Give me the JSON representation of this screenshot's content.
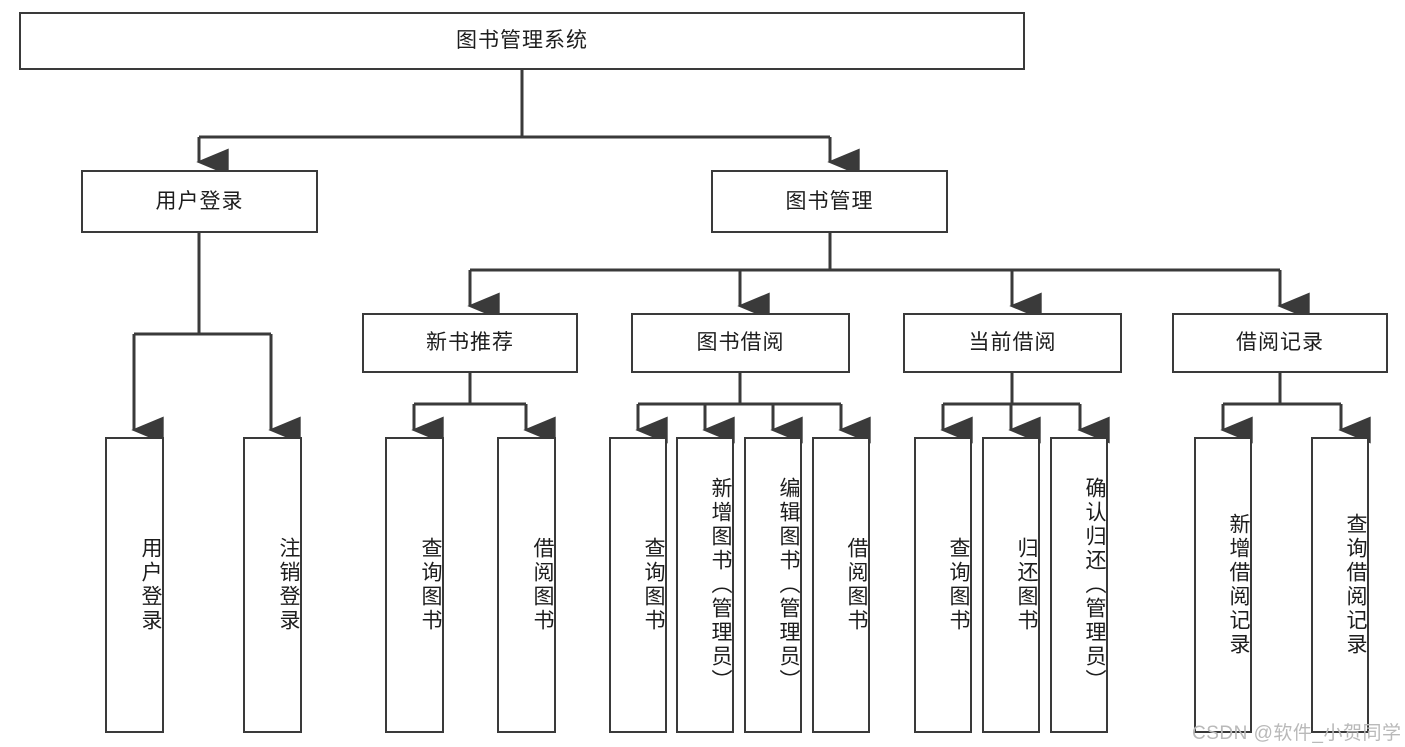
{
  "diagram": {
    "title_node": {
      "label": "图书管理系统"
    },
    "level2": [
      {
        "id": "user-login",
        "label": "用户登录"
      },
      {
        "id": "book-manage",
        "label": "图书管理"
      }
    ],
    "level3": [
      {
        "id": "new-book-recommend",
        "label": "新书推荐"
      },
      {
        "id": "book-borrow",
        "label": "图书借阅"
      },
      {
        "id": "current-borrow",
        "label": "当前借阅"
      },
      {
        "id": "borrow-record",
        "label": "借阅记录"
      }
    ],
    "leaves": [
      {
        "id": "leaf-user-login",
        "label": "用户登录"
      },
      {
        "id": "leaf-user-logout",
        "label": "注销登录"
      },
      {
        "id": "leaf-query-book-1",
        "label": "查询图书"
      },
      {
        "id": "leaf-borrow-book-1",
        "label": "借阅图书"
      },
      {
        "id": "leaf-query-book-2",
        "label": "查询图书"
      },
      {
        "id": "leaf-add-book",
        "label": "新增图书（管理员）"
      },
      {
        "id": "leaf-edit-book",
        "label": "编辑图书（管理员）"
      },
      {
        "id": "leaf-borrow-book-2",
        "label": "借阅图书"
      },
      {
        "id": "leaf-query-book-3",
        "label": "查询图书"
      },
      {
        "id": "leaf-return-book",
        "label": "归还图书"
      },
      {
        "id": "leaf-confirm-return",
        "label": "确认归还（管理员）"
      },
      {
        "id": "leaf-add-record",
        "label": "新增借阅记录"
      },
      {
        "id": "leaf-query-record",
        "label": "查询借阅记录"
      }
    ],
    "watermark": "CSDN @软件_小贺同学",
    "colors": {
      "stroke": "#3a3a3a",
      "background": "#ffffff",
      "text": "#1d1d1d",
      "watermark": "#b9b9b9"
    }
  }
}
